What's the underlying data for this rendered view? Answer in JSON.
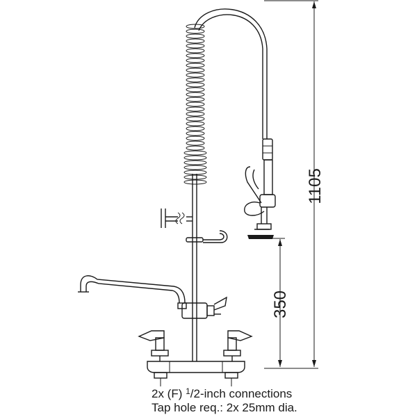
{
  "dimensions": {
    "total_height": "1105",
    "spray_height": "350"
  },
  "notes": {
    "connections_prefix": "2x (F) ",
    "connections_fraction": "1",
    "connections_suffix": "/2-inch connections",
    "tap_hole": "Tap hole req.: 2x 25mm dia."
  }
}
